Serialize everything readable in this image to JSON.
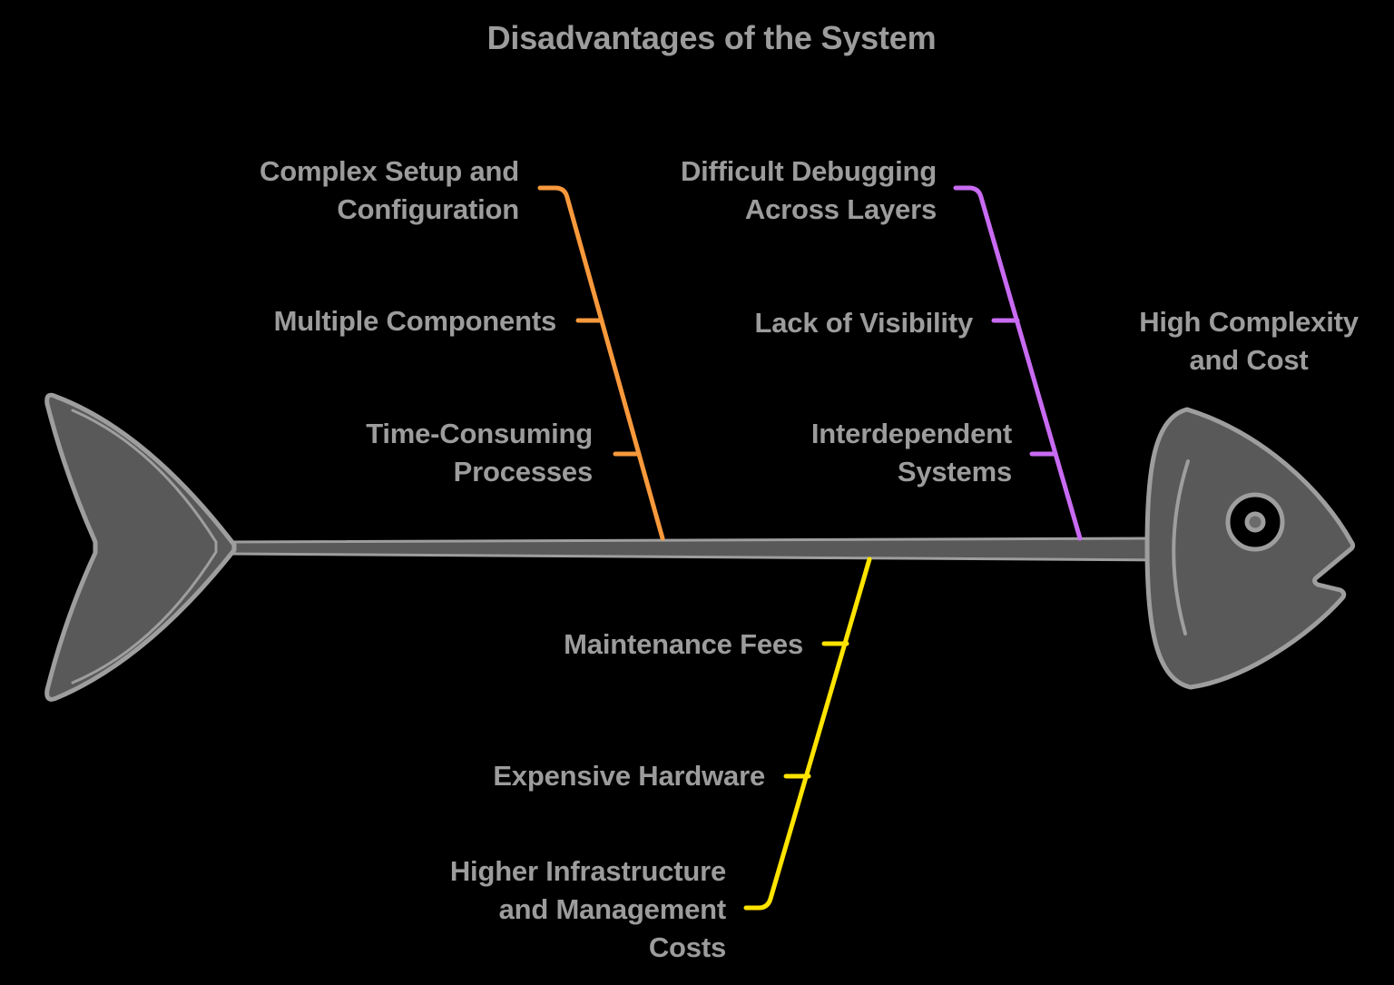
{
  "title": "Disadvantages of the System",
  "colors": {
    "background": "#000000",
    "text": "#9C9C9C",
    "bone_fill": "#595959",
    "bone_outline": "#9E9E9E",
    "eye_inner": "#6B6B6B",
    "branch_orange": "#F8993C",
    "branch_purple": "#C96BF2",
    "branch_yellow": "#FFE400"
  },
  "effect": {
    "lines": [
      "High Complexity",
      "and Cost"
    ]
  },
  "branches": [
    {
      "position": "top-left",
      "color": "#F8993C",
      "causes": [
        {
          "lines": [
            "Complex Setup and",
            "Configuration"
          ]
        },
        {
          "lines": [
            "Multiple Components"
          ]
        },
        {
          "lines": [
            "Time-Consuming",
            "Processes"
          ]
        }
      ]
    },
    {
      "position": "top-right",
      "color": "#C96BF2",
      "causes": [
        {
          "lines": [
            "Difficult Debugging",
            "Across Layers"
          ]
        },
        {
          "lines": [
            "Lack of Visibility"
          ]
        },
        {
          "lines": [
            "Interdependent",
            "Systems"
          ]
        }
      ]
    },
    {
      "position": "bottom",
      "color": "#FFE400",
      "causes": [
        {
          "lines": [
            "Maintenance Fees"
          ]
        },
        {
          "lines": [
            "Expensive Hardware"
          ]
        },
        {
          "lines": [
            "Higher Infrastructure",
            "and Management",
            "Costs"
          ]
        }
      ]
    }
  ]
}
